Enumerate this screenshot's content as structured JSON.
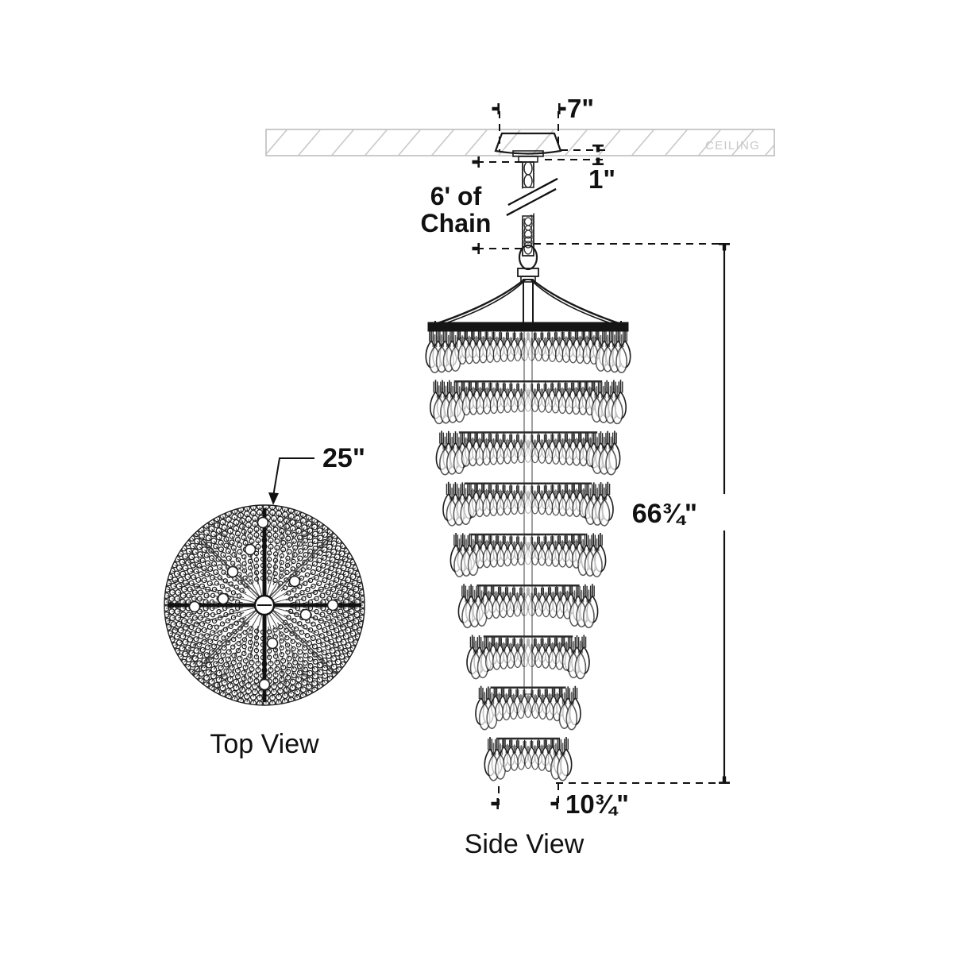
{
  "page": {
    "title": "Chandelier Dimension Drawing",
    "background_color": "#ffffff",
    "line_color": "#111111"
  },
  "ceiling": {
    "label": "CEILING",
    "label_color": "#c8c8c8"
  },
  "dimensions": {
    "canopy_width": "7\"",
    "canopy_drop": "1\"",
    "chain_note_line1": "6' of",
    "chain_note_line2": "Chain",
    "overall_height": "66¾\"",
    "bottom_width": "10¾\"",
    "top_diameter": "25\""
  },
  "views": {
    "top": "Top View",
    "side": "Side View"
  },
  "fixture": {
    "type": "cascading crystal chandelier",
    "tiers": 9,
    "shape": "tapered waterfall",
    "element_shape": "teardrop prism"
  }
}
